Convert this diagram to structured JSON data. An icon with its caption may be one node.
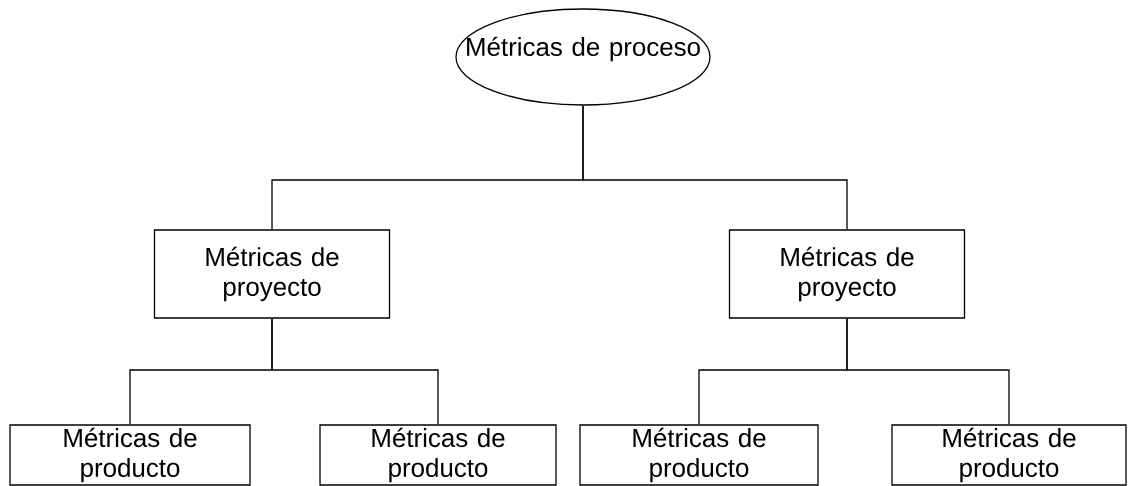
{
  "diagram": {
    "nodes": [
      {
        "text": [
          "Métricas de proceso"
        ]
      },
      {
        "text": [
          "Métricas de proyecto"
        ]
      },
      {
        "text": [
          "Métricas de proyecto"
        ]
      },
      {
        "text": [
          "Métricas de producto"
        ]
      },
      {
        "text": [
          "Métricas de producto"
        ]
      },
      {
        "text": [
          "Métricas de producto"
        ]
      },
      {
        "text": [
          "Métricas de producto"
        ]
      }
    ],
    "edges": [
      {
        "from": 0,
        "to": 1,
        "arrow": "none"
      },
      {
        "from": 0,
        "to": 2,
        "arrow": "none"
      },
      {
        "from": 1,
        "to": 3,
        "arrow": "none"
      },
      {
        "from": 1,
        "to": 4,
        "arrow": "none"
      },
      {
        "from": 2,
        "to": 5,
        "arrow": "none"
      },
      {
        "from": 2,
        "to": 6,
        "arrow": "none"
      }
    ]
  }
}
